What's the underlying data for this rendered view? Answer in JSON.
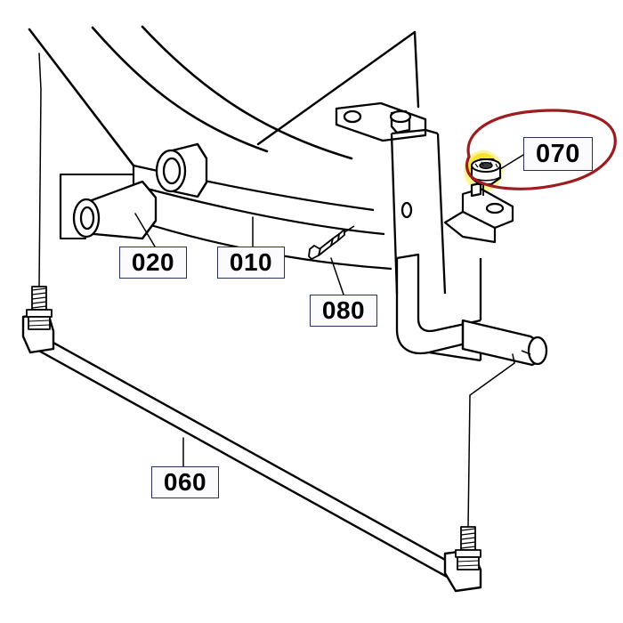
{
  "diagram": {
    "title": "Parts Assembly Exploded Diagram",
    "background_color": "#ffffff",
    "line_color": "#000000",
    "callout_border_color": "#27305e",
    "callout_fill_color": "#fbfbfd",
    "annotation": {
      "type": "hand-drawn-ellipse",
      "color": "#9e1b20",
      "encircles": "070",
      "highlight_color": "#f5e53a",
      "highlight_target": "lock-nut"
    },
    "callouts": [
      {
        "id": "010",
        "label": "010",
        "part": "swing-arm",
        "description": "curved main arm / support arm"
      },
      {
        "id": "020",
        "label": "020",
        "part": "bushing-collar",
        "description": "cylindrical sleeve bushing"
      },
      {
        "id": "060",
        "label": "060",
        "part": "tie-rod",
        "description": "long diagonal link rod with threaded studs at both ends"
      },
      {
        "id": "070",
        "label": "070",
        "part": "lock-nut",
        "description": "hex lock nut on bracket tab, highlighted in yellow and circled in red"
      },
      {
        "id": "080",
        "label": "080",
        "part": "grease-fitting",
        "description": "grease nipple / lubrication fitting"
      }
    ]
  }
}
